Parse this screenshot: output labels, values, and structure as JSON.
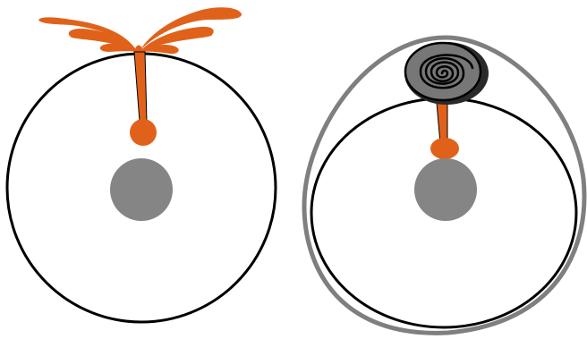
{
  "colors": {
    "background": "#ffffff",
    "outline": "#000000",
    "nucleus": "#858585",
    "orange": "#e0621a",
    "envelope": "#7f7f7f",
    "spiral_fill": "#777777"
  },
  "panels": [
    {
      "id": "left-cell",
      "has_envelope": false,
      "protrusion": "fanned-branches"
    },
    {
      "id": "right-cell",
      "has_envelope": true,
      "protrusion": "coiled-spiral"
    }
  ]
}
